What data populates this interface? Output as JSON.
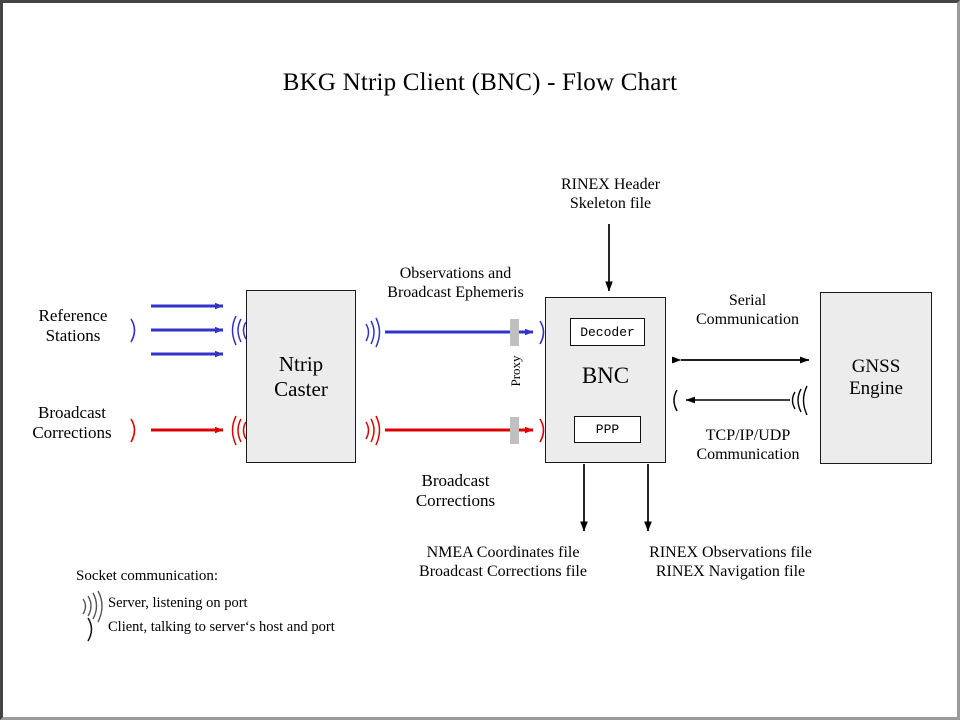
{
  "title": "BKG Ntrip Client (BNC)  -  Flow Chart",
  "colors": {
    "blue": "#3232c8",
    "red": "#dd0000",
    "black": "#000000",
    "box_fill": "#ececec",
    "proxy_bar": "#c0c0c0",
    "frame_dark": "#444444",
    "frame_light": "#9b9b9b"
  },
  "boxes": {
    "ntrip_caster": {
      "line1": "Ntrip",
      "line2": "Caster"
    },
    "bnc": {
      "title": "BNC",
      "decoder": "Decoder",
      "ppp": "PPP"
    },
    "gnss_engine": {
      "line1": "GNSS",
      "line2": "Engine"
    }
  },
  "labels": {
    "reference_stations": "Reference\nStations",
    "broadcast_corrections_input": "Broadcast\nCorrections",
    "observations_ephemeris": "Observations and\nBroadcast Ephemeris",
    "broadcast_corrections_mid": "Broadcast\nCorrections",
    "rinex_header_skeleton": "RINEX Header\nSkeleton file",
    "serial_communication": "Serial\nCommunication",
    "tcp_communication": "TCP/IP/UDP\nCommunication",
    "output_left": "NMEA Coordinates file\nBroadcast Corrections file",
    "output_right": "RINEX Observations file\nRINEX Navigation file",
    "proxy": "Proxy"
  },
  "legend": {
    "title": "Socket communication:",
    "items": [
      {
        "symbol": "server-listening-icon",
        "text": "Server, listening  on port"
      },
      {
        "symbol": "client-talking-icon",
        "text": "Client, talking to server‘s host and port"
      }
    ]
  },
  "flows": {
    "reference_stations_to_caster": {
      "color": "blue",
      "count": 3
    },
    "broadcast_corrections_to_caster": {
      "color": "red",
      "count": 1
    },
    "caster_to_bnc_observations": {
      "color": "blue",
      "count": 1
    },
    "caster_to_bnc_corrections": {
      "color": "red",
      "count": 1
    },
    "skeleton_to_bnc": {
      "color": "black",
      "direction": "down"
    },
    "bnc_to_outputs": {
      "color": "black",
      "direction": "down",
      "count": 2
    },
    "bnc_gnss_serial": {
      "color": "black",
      "direction": "bidirectional"
    },
    "gnss_to_bnc_tcp": {
      "color": "black",
      "direction": "left"
    }
  }
}
